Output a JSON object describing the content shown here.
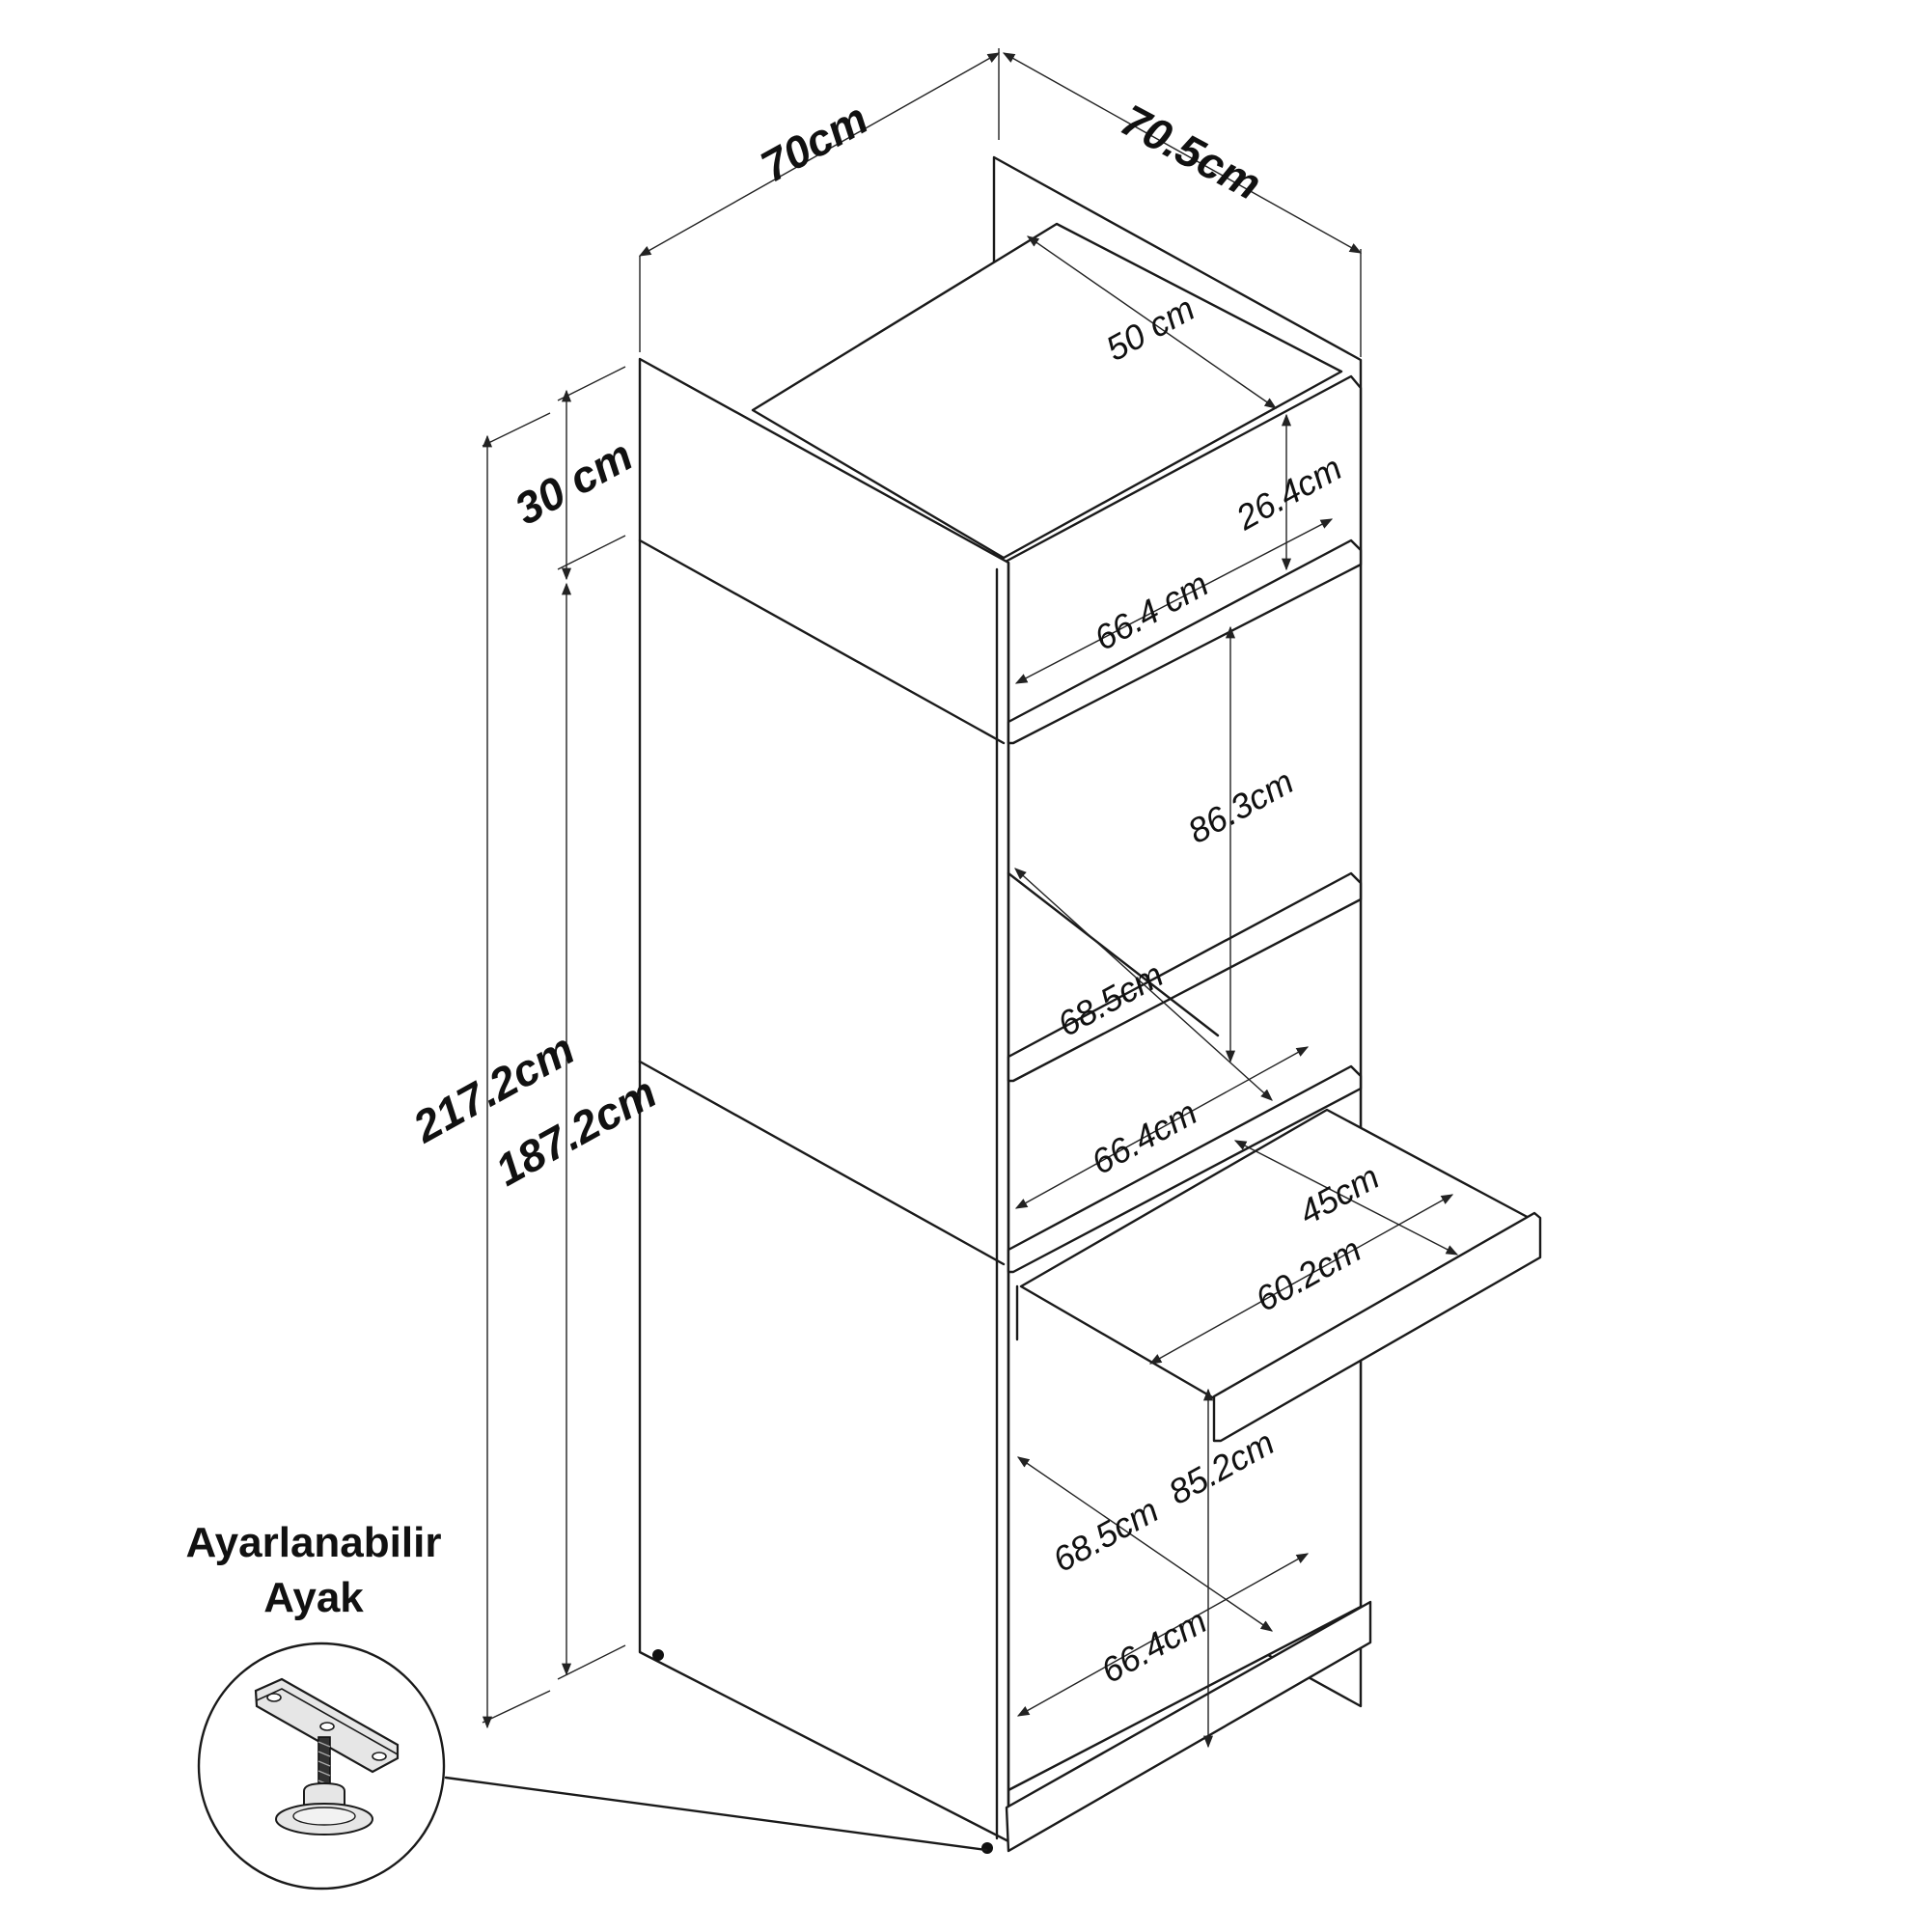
{
  "dimensions": {
    "overall_width": "70cm",
    "overall_depth": "70.5cm",
    "top_section_height": "30 cm",
    "overall_height": "217.2cm",
    "lower_height": "187.2cm",
    "top_inner_depth": "50 cm",
    "top_inner_height": "26.4cm",
    "top_inner_width": "66.4 cm",
    "middle_inner_height": "86.3cm",
    "middle_inner_depth": "68.5cm",
    "middle_inner_width": "66.4cm",
    "tray_depth": "45cm",
    "tray_width": "60.2cm",
    "bottom_inner_height": "85.2cm",
    "bottom_inner_depth": "68.5cm",
    "bottom_inner_width": "66.4cm"
  },
  "callout": {
    "line1": "Ayarlanabilir",
    "line2": "Ayak"
  }
}
